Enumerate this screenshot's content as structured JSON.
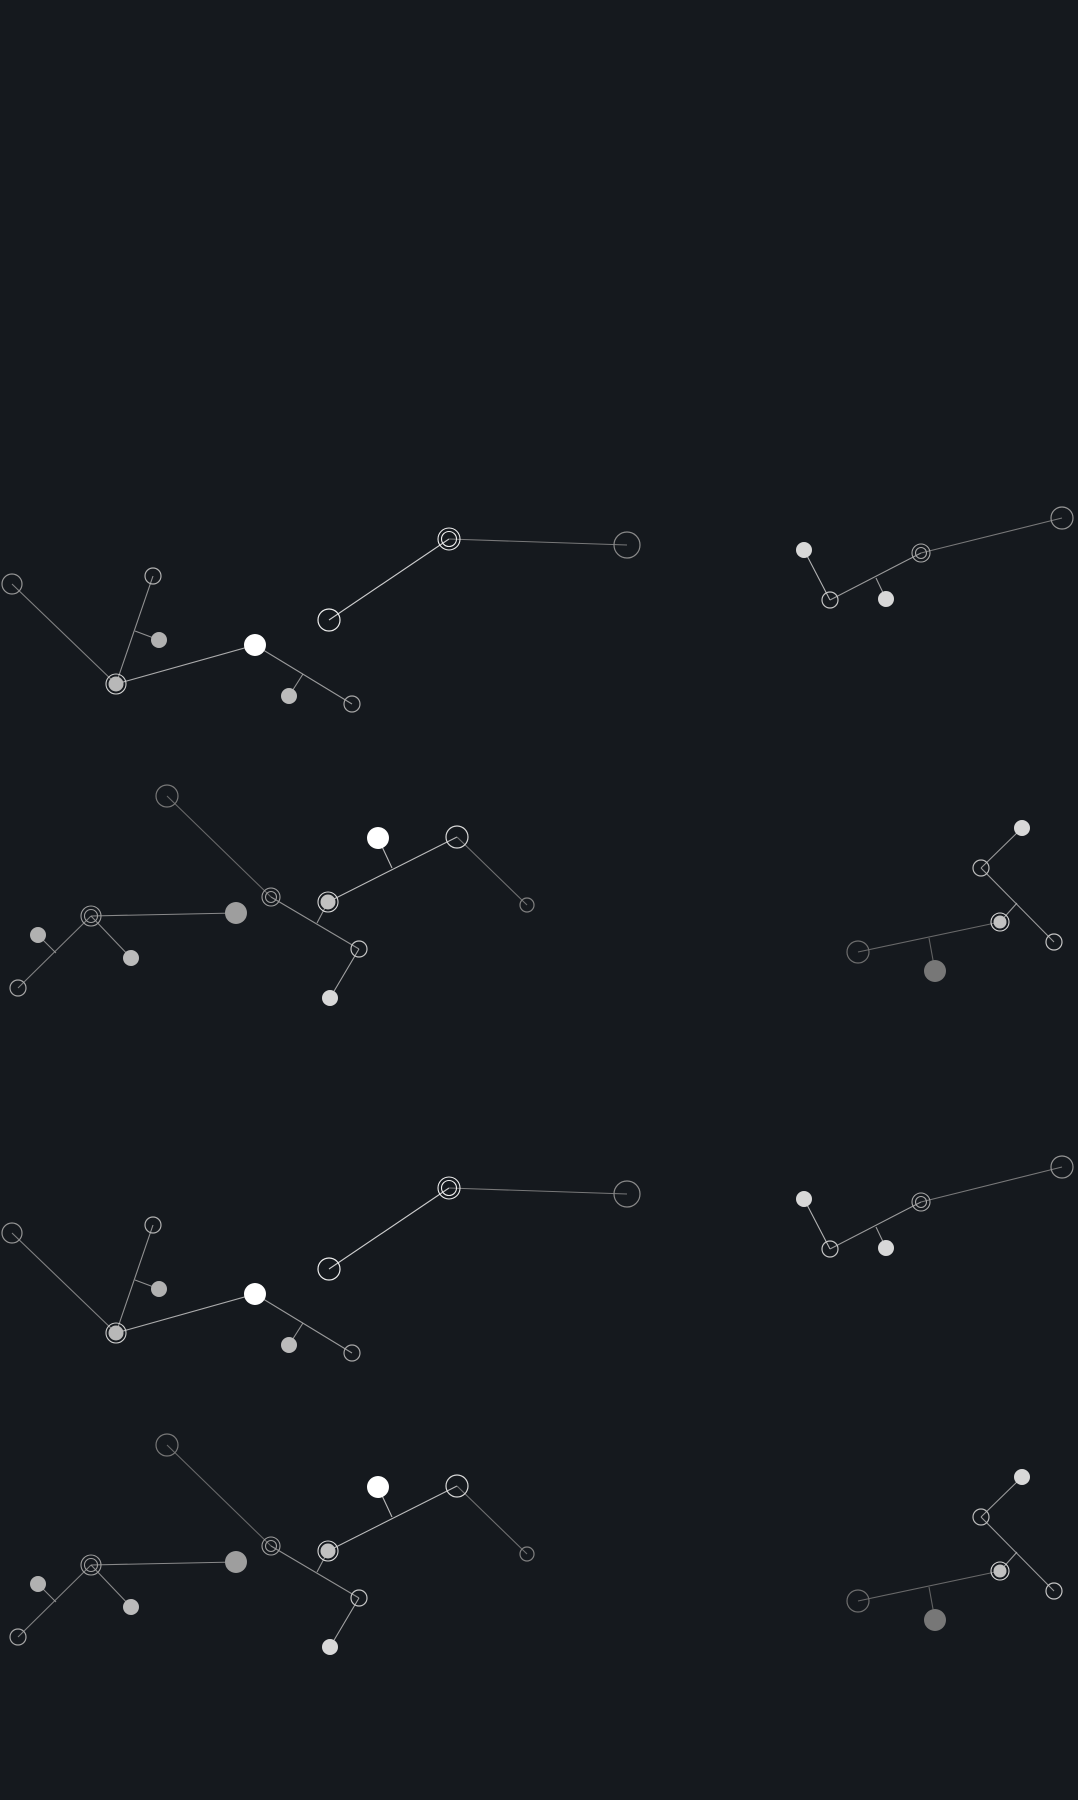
{
  "background_color": "#15191e",
  "pattern": {
    "description_shown": false,
    "tiles": [
      {
        "constellations": [
          {
            "nodes": [
              {
                "id": "a1",
                "style": "hollow",
                "tone": 0.45
              },
              {
                "id": "a2",
                "style": "hollow",
                "tone": 0.45
              },
              {
                "id": "a3",
                "style": "filled",
                "tone": 0.65
              },
              {
                "id": "a4",
                "style": "ringed-filled",
                "tone": 0.75
              },
              {
                "id": "a5",
                "style": "filled",
                "tone": 1.0
              },
              {
                "id": "a6",
                "style": "filled",
                "tone": 0.65
              },
              {
                "id": "a7",
                "style": "hollow",
                "tone": 0.6
              }
            ]
          },
          {
            "nodes": [
              {
                "id": "b1",
                "style": "hollow",
                "tone": 0.9
              },
              {
                "id": "b2",
                "style": "double-ring",
                "tone": 0.9
              },
              {
                "id": "b3",
                "style": "hollow",
                "tone": 0.4
              }
            ]
          },
          {
            "nodes": [
              {
                "id": "c1",
                "style": "filled",
                "tone": 0.8
              },
              {
                "id": "c2",
                "style": "hollow",
                "tone": 0.7
              },
              {
                "id": "c3",
                "style": "filled",
                "tone": 0.8
              },
              {
                "id": "c4",
                "style": "double-ring",
                "tone": 0.55
              },
              {
                "id": "c5",
                "style": "hollow",
                "tone": 0.45
              }
            ]
          }
        ]
      }
    ]
  }
}
